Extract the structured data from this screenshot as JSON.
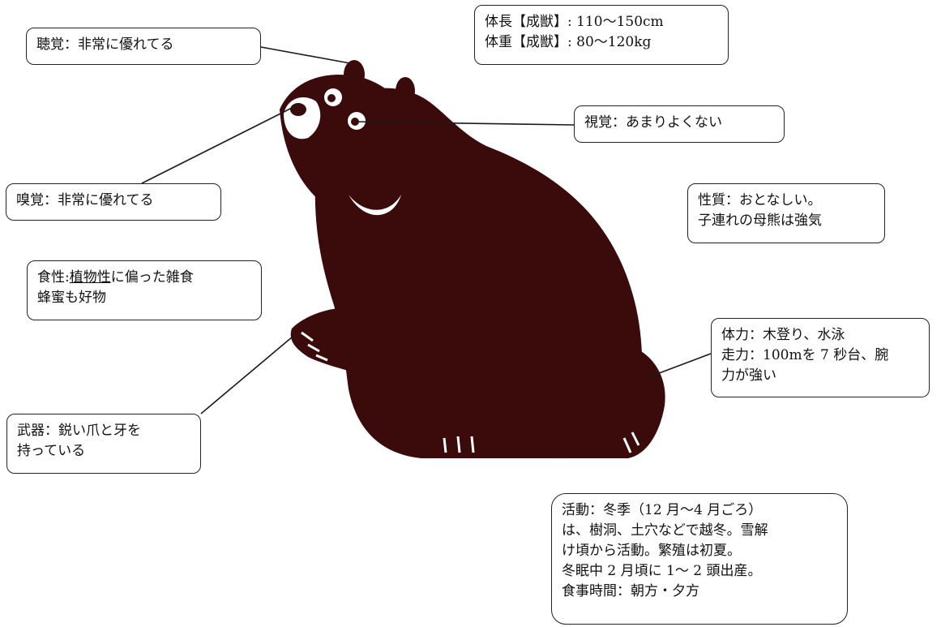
{
  "colors": {
    "bear": "#3b0b0b",
    "line": "#1a1a1a"
  },
  "labels": {
    "hearing": "聴覚：非常に優れてる",
    "size": [
      "体長【成獣】: 110〜150cm",
      "体重【成獣】: 80〜120kg"
    ],
    "vision": "視覚：あまりよくない",
    "smell": "嗅覚：非常に優れてる",
    "temperament": [
      "性質：おとなしい。",
      "子連れの母熊は強気"
    ],
    "diet_pre": "食性:",
    "diet_ul": "植物性",
    "diet_post": "に偏った雑食",
    "diet2": "蜂蜜も好物",
    "physical": [
      "体力：木登り、水泳",
      "走力：100mを 7 秒台、腕",
      "力が強い"
    ],
    "weapon": [
      "武器：鋭い爪と牙を",
      "持っている"
    ],
    "activity": [
      "活動：冬季（12 月〜4 月ごろ）",
      "は、樹洞、土穴などで越冬。雪解",
      "け頃から活動。繁殖は初夏。",
      "冬眠中 2 月頃に 1〜 2 頭出産。",
      "食事時間：朝方・夕方"
    ]
  }
}
